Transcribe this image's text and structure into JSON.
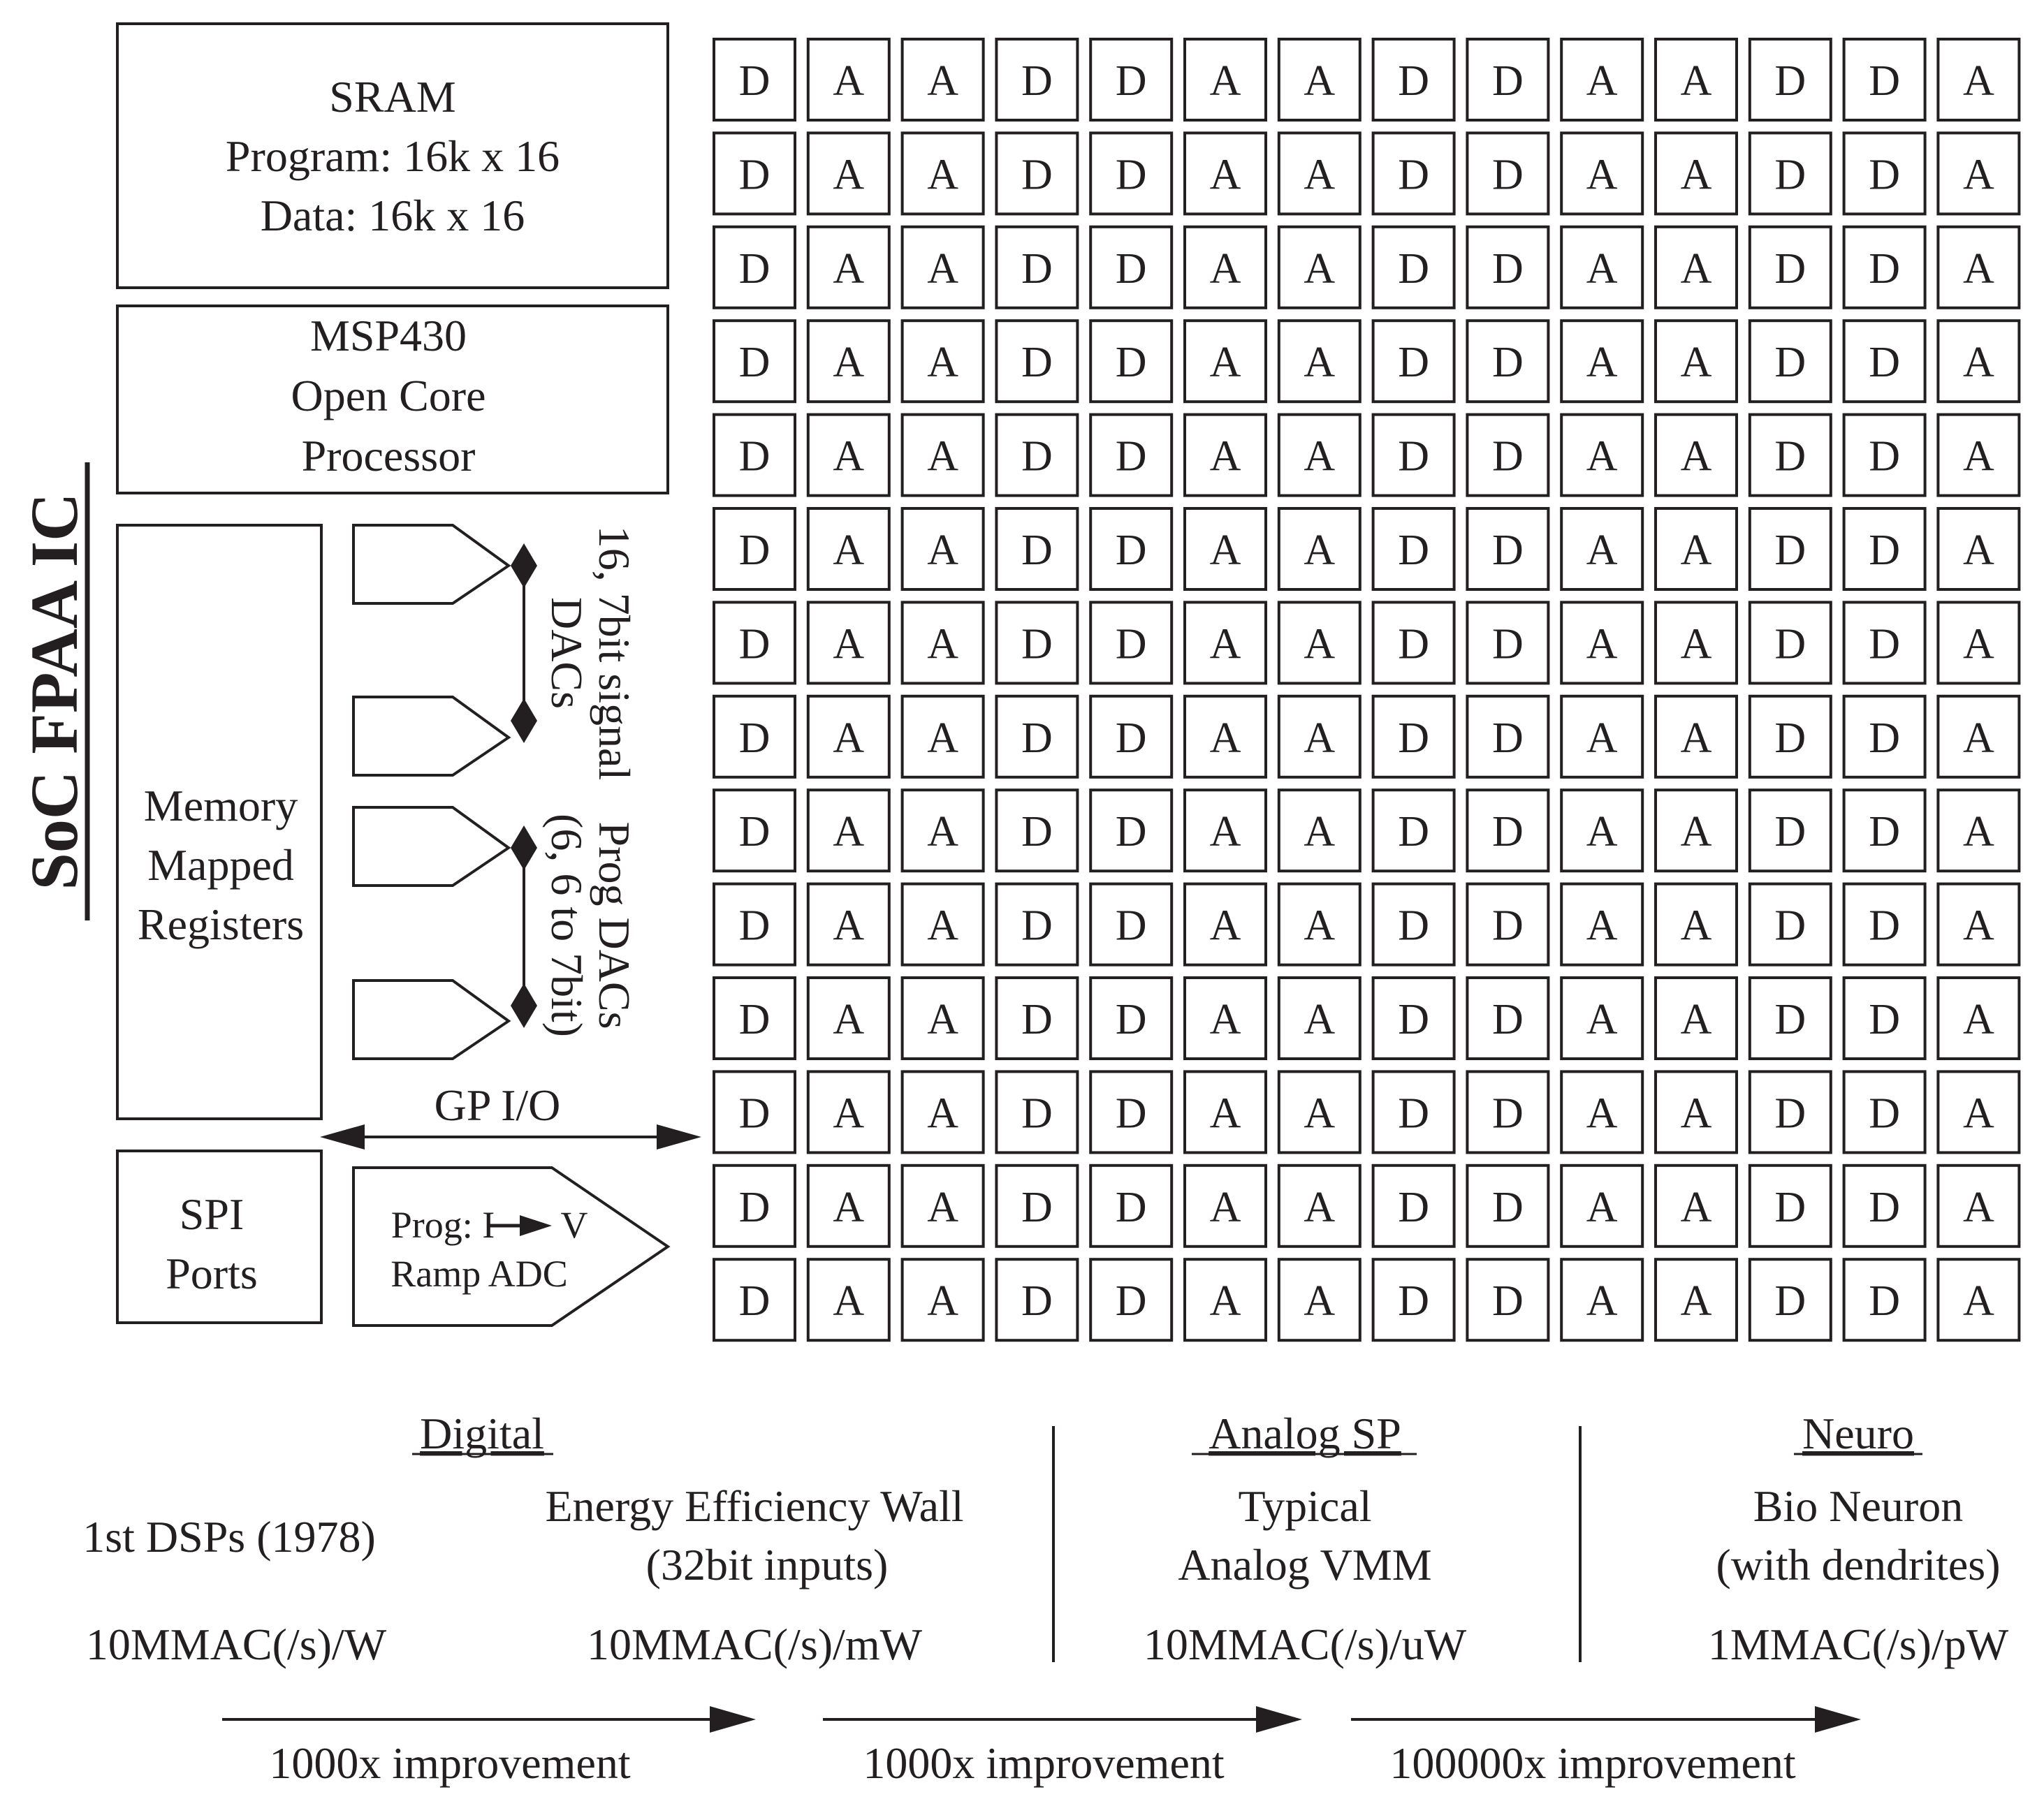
{
  "title": "SoC FPAA IC",
  "sram": {
    "line1": "SRAM",
    "line2": "Program: 16k x 16",
    "line3": "Data: 16k x 16"
  },
  "processor": {
    "line1": "MSP430",
    "line2": "Open Core",
    "line3": "Processor"
  },
  "registers": {
    "line1": "Memory",
    "line2": "Mapped",
    "line3": "Registers"
  },
  "spi": {
    "line1": "SPI",
    "line2": "Ports"
  },
  "adc": {
    "line1_a": "Prog: I",
    "line1_b": "V",
    "line2": "Ramp ADC"
  },
  "signal_dacs": {
    "line1": "16, 7bit signal",
    "line2": "DACs"
  },
  "prog_dacs": {
    "line1": "Prog DACs",
    "line2": "(6, 6 to 7bit)"
  },
  "gpio": "GP I/O",
  "grid": {
    "rows": 14,
    "pattern": [
      "D",
      "A",
      "A",
      "D",
      "D",
      "A",
      "A",
      "D",
      "D",
      "A",
      "A",
      "D",
      "D",
      "A"
    ]
  },
  "sections": {
    "digital": {
      "heading": "Digital",
      "col1_desc": "1st DSPs (1978)",
      "col1_value": "10MMAC(/s)/W",
      "col2_desc1": "Energy Efficiency Wall",
      "col2_desc2": "(32bit inputs)",
      "col2_value": "10MMAC(/s)/mW"
    },
    "analog": {
      "heading": "Analog SP",
      "desc1": "Typical",
      "desc2": "Analog VMM",
      "value": "10MMAC(/s)/uW"
    },
    "neuro": {
      "heading": "Neuro",
      "desc1": "Bio Neuron",
      "desc2": "(with dendrites)",
      "value": "1MMAC(/s)/pW"
    }
  },
  "improvements": [
    "1000x improvement",
    "1000x improvement",
    "100000x improvement"
  ],
  "colors": {
    "ink": "#231f20",
    "background": "#ffffff"
  }
}
